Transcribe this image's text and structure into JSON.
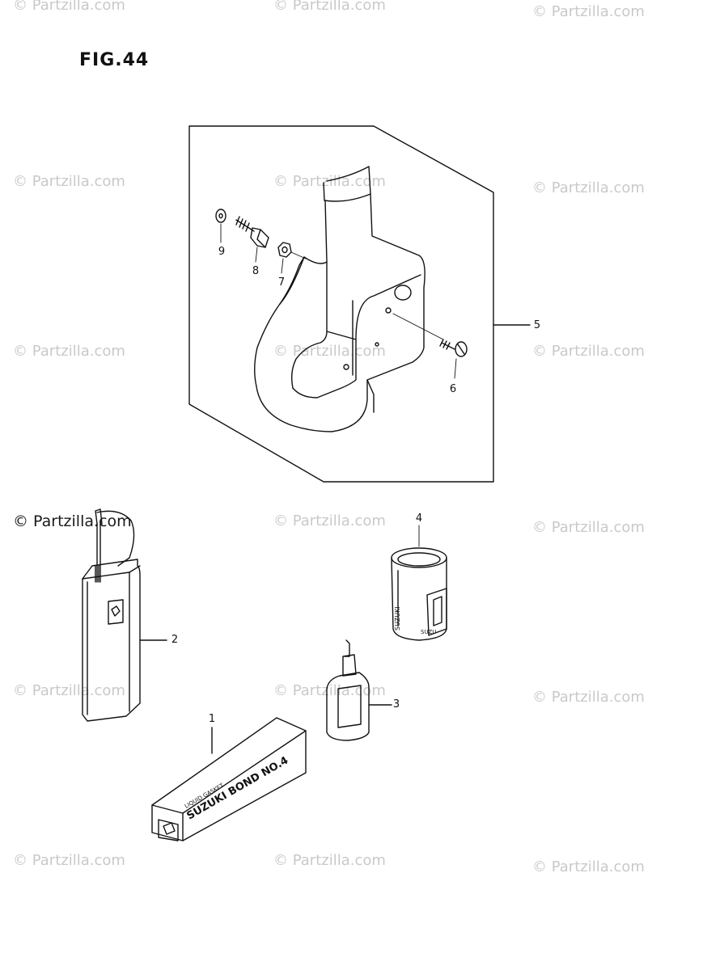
{
  "figure": {
    "title": "FIG.44"
  },
  "watermark": {
    "text": "© Partzilla.com"
  },
  "callouts": {
    "p1": "1",
    "p2": "2",
    "p3": "3",
    "p4": "4",
    "p5": "5",
    "p6": "6",
    "p7": "7",
    "p8": "8",
    "p9": "9"
  },
  "labels": {
    "bond_line1": "LIQUID GASKET",
    "bond_line2": "SUZUKI BOND NO.4",
    "can_text": "SUZUKI",
    "can_side": "SUZU"
  },
  "colors": {
    "ink": "#111111",
    "watermark": "#c9c9c9",
    "paper": "#ffffff"
  }
}
